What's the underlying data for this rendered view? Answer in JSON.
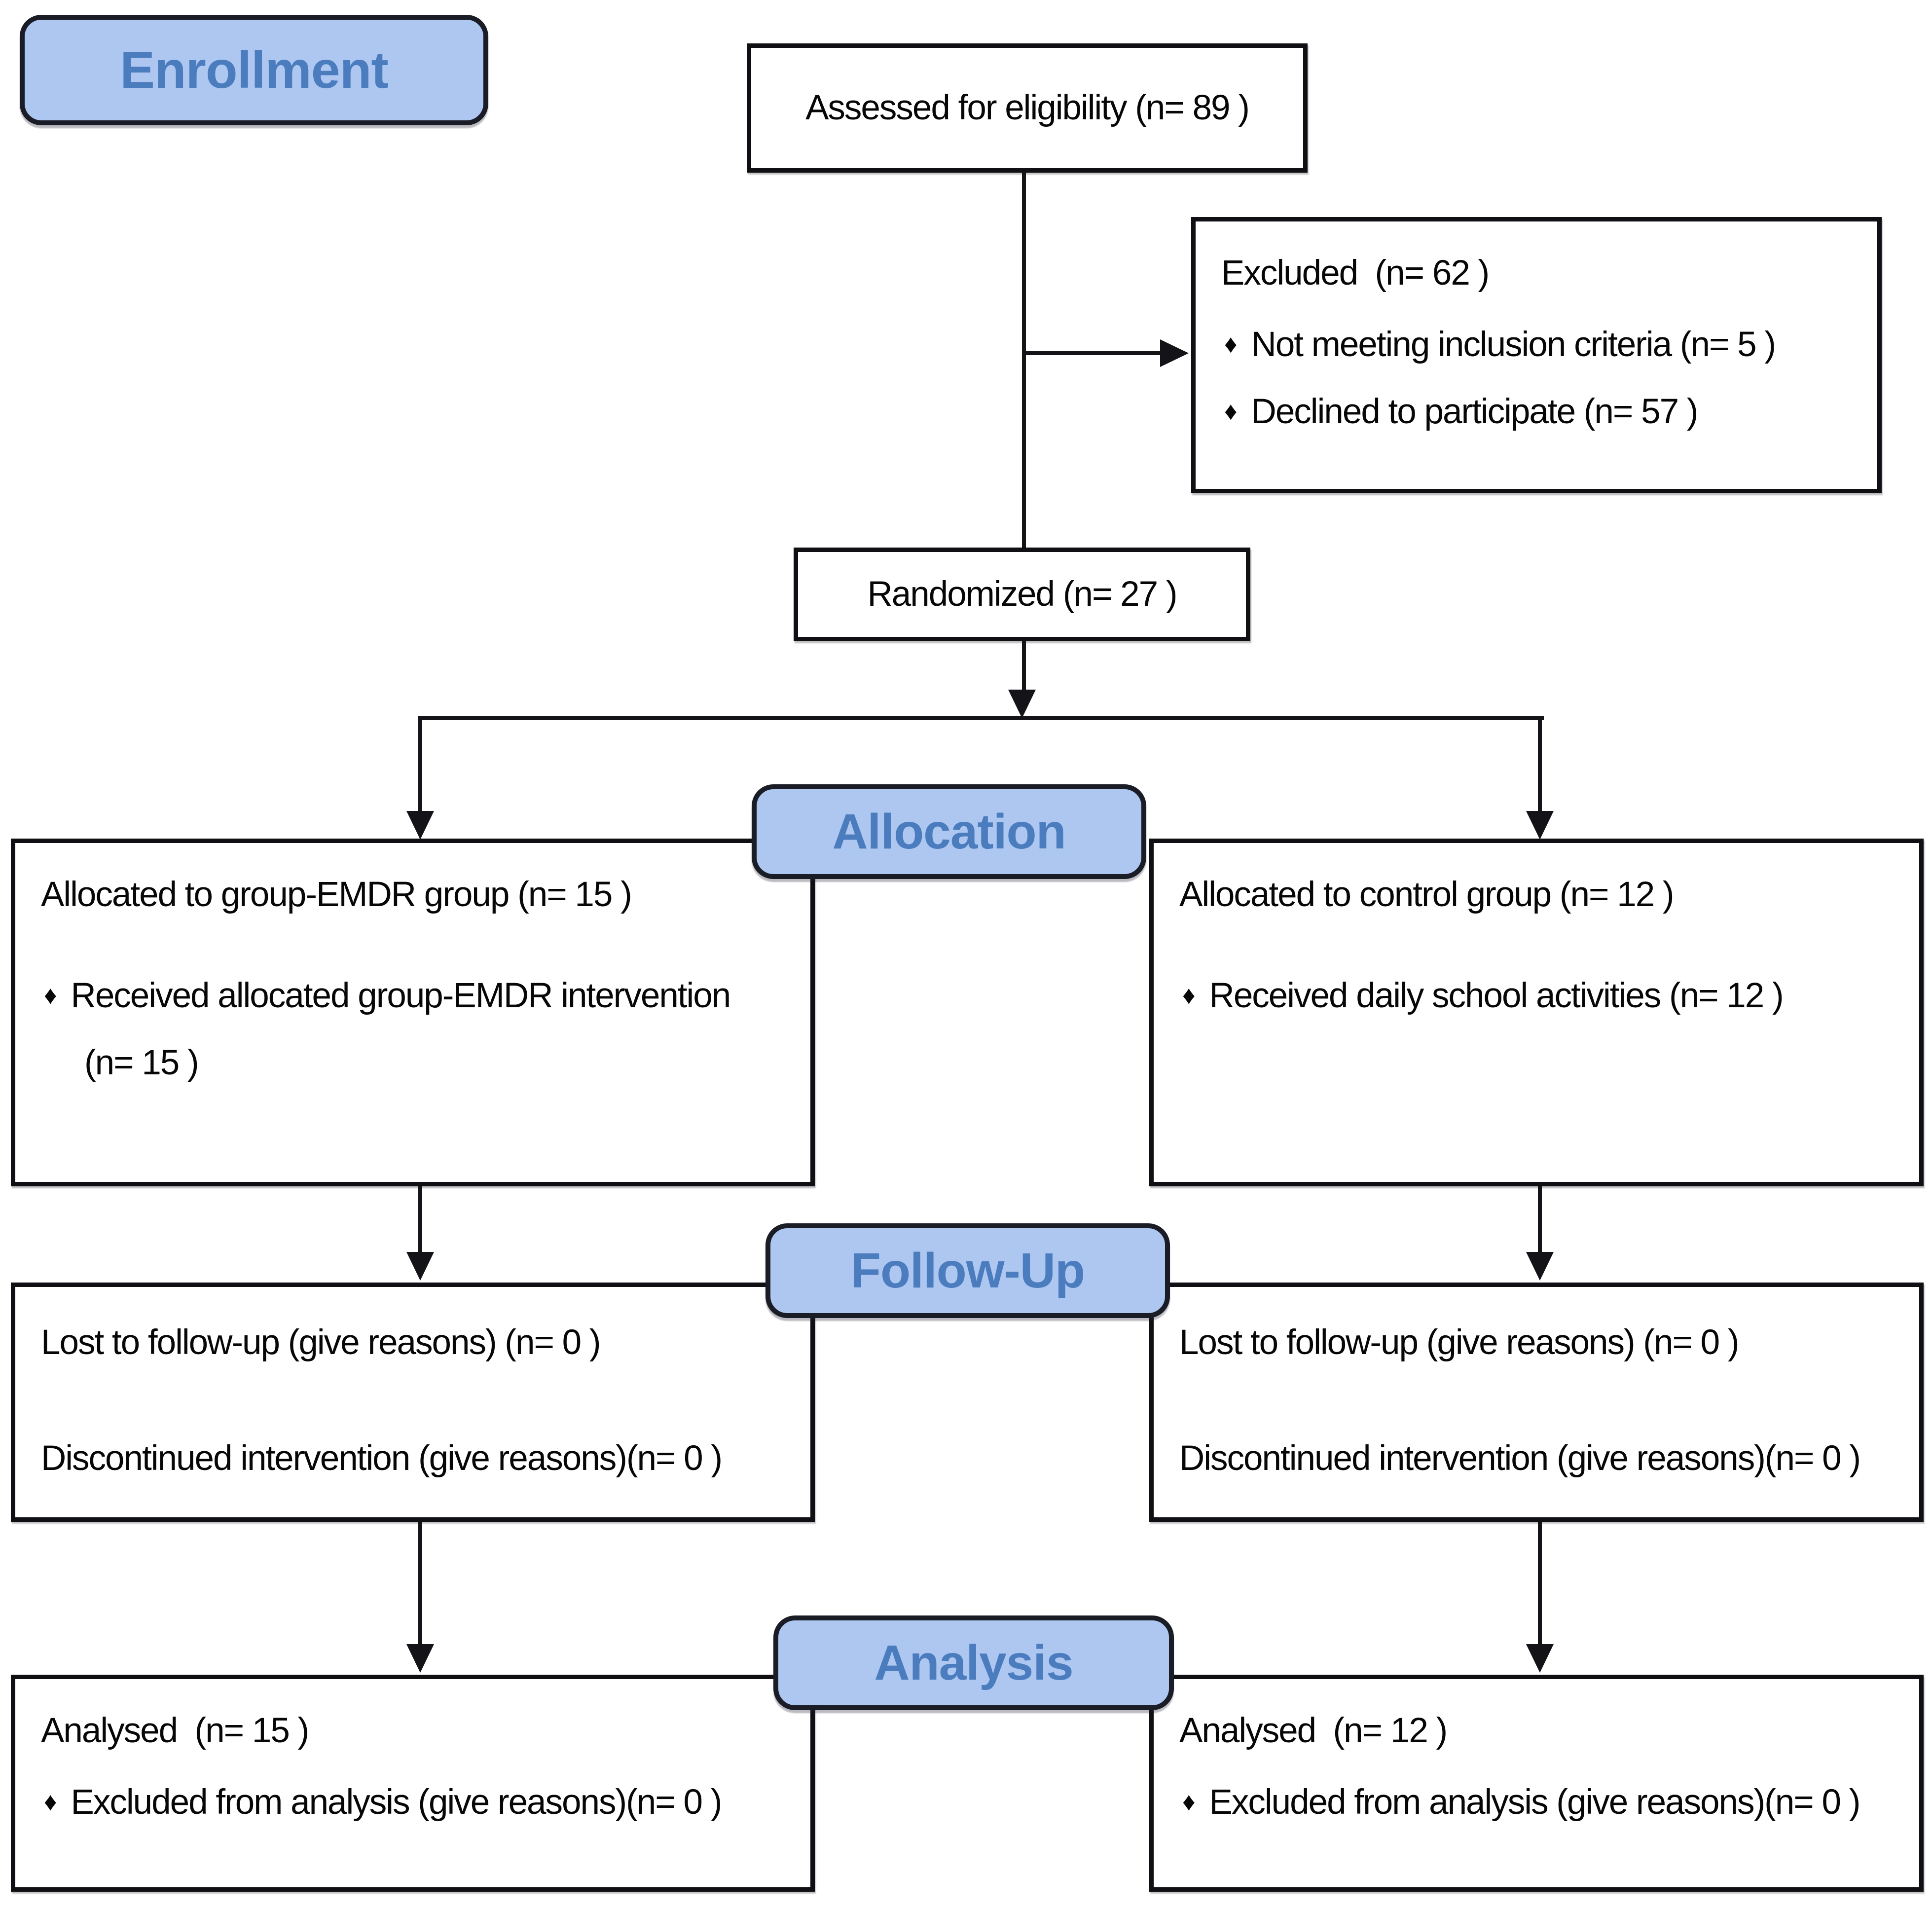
{
  "figure": {
    "type": "CONSORT flow diagram",
    "bullet_glyph": "♦",
    "stages": {
      "enrollment": "Enrollment",
      "allocation": "Allocation",
      "followup": "Follow-Up",
      "analysis": "Analysis"
    },
    "colors": {
      "stage_fill": "#aec7f1",
      "stage_text": "#4b7cbe",
      "stage_border": "#1a1c26",
      "box_border": "#101014",
      "box_text": "#070707",
      "connector_line": "#141418",
      "background": "#ffffff"
    },
    "boxes": {
      "assessed": {
        "text": "Assessed for eligibility (n= 89 )"
      },
      "excluded": {
        "title": "Excluded  (n= 62 )",
        "bullets": [
          "Not meeting inclusion criteria (n= 5 )",
          "Declined to participate (n= 57 )"
        ]
      },
      "randomized": {
        "text": "Randomized (n= 27 )"
      },
      "allocated_intervention": {
        "title": "Allocated to group-EMDR group (n= 15 )",
        "bullets": [
          "Received allocated group-EMDR intervention"
        ],
        "bullet_continuation": "(n= 15 )"
      },
      "allocated_control": {
        "title": "Allocated to control group (n= 12 )",
        "bullets": [
          "Received daily school activities (n= 12 )"
        ]
      },
      "followup_intervention": {
        "lines": [
          "Lost to follow-up (give reasons) (n= 0 )",
          "Discontinued intervention (give reasons)(n= 0 )"
        ]
      },
      "followup_control": {
        "lines": [
          "Lost to follow-up (give reasons) (n= 0 )",
          "Discontinued intervention (give reasons)(n= 0 )"
        ]
      },
      "analysis_intervention": {
        "title": "Analysed  (n= 15 )",
        "bullets": [
          "Excluded from analysis (give reasons)(n= 0 )"
        ]
      },
      "analysis_control": {
        "title": "Analysed  (n= 12 )",
        "bullets": [
          "Excluded from analysis (give reasons)(n= 0 )"
        ]
      }
    }
  }
}
